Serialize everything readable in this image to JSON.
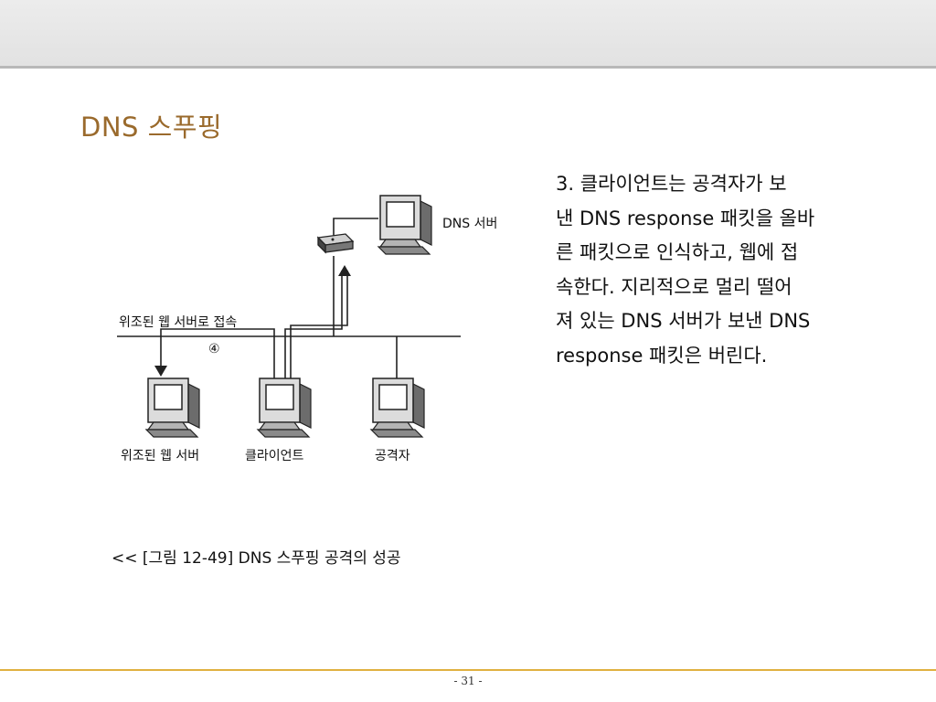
{
  "slide": {
    "title": "DNS 스푸핑",
    "body_lines": [
      "3. 클라이언트는 공격자가 보",
      "낸 DNS response 패킷을 올바",
      "른 패킷으로 인식하고, 웹에 접",
      "속한다. 지리적으로 멀리 떨어",
      "져 있는 DNS 서버가 보낸 DNS",
      "response 패킷은 버린다."
    ],
    "page_number": "- 31 -"
  },
  "diagram": {
    "labels": {
      "dns_server": "DNS 서버",
      "fake_access": "위조된 웹 서버로 접속",
      "step": "④",
      "fake_server": "위조된 웹 서버",
      "client": "클라이언트",
      "attacker": "공격자"
    },
    "caption": "<< [그림 12-49] DNS 스푸핑 공격의 성공"
  },
  "colors": {
    "title": "#9a6a2c",
    "footer_line": "#e0b040",
    "top_bar": "#e6e6e6"
  }
}
